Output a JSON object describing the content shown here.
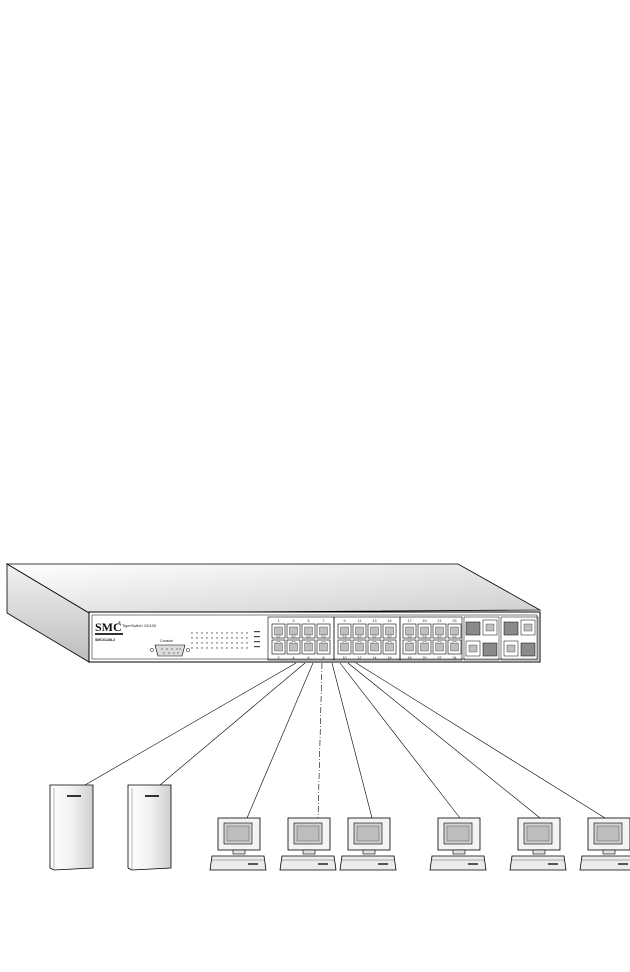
{
  "switch": {
    "brand": "SMC",
    "brand_suffix": "®",
    "product_name": "TigerSwitch 10/100",
    "model": "SMC6128L2",
    "console_label": "Console",
    "port_numbers_top": [
      "1",
      "3",
      "5",
      "7",
      "9",
      "11",
      "13",
      "15",
      "17",
      "19",
      "21",
      "23"
    ],
    "port_numbers_bottom": [
      "2",
      "4",
      "6",
      "8",
      "10",
      "12",
      "14",
      "16",
      "18",
      "20",
      "22",
      "24"
    ]
  },
  "network": {
    "server_count": 2,
    "workstation_count": 6
  },
  "colors": {
    "line": "#000000",
    "panel": "#ffffff",
    "shade": "#d8d8d8",
    "port_fill": "#bfbfbf"
  }
}
